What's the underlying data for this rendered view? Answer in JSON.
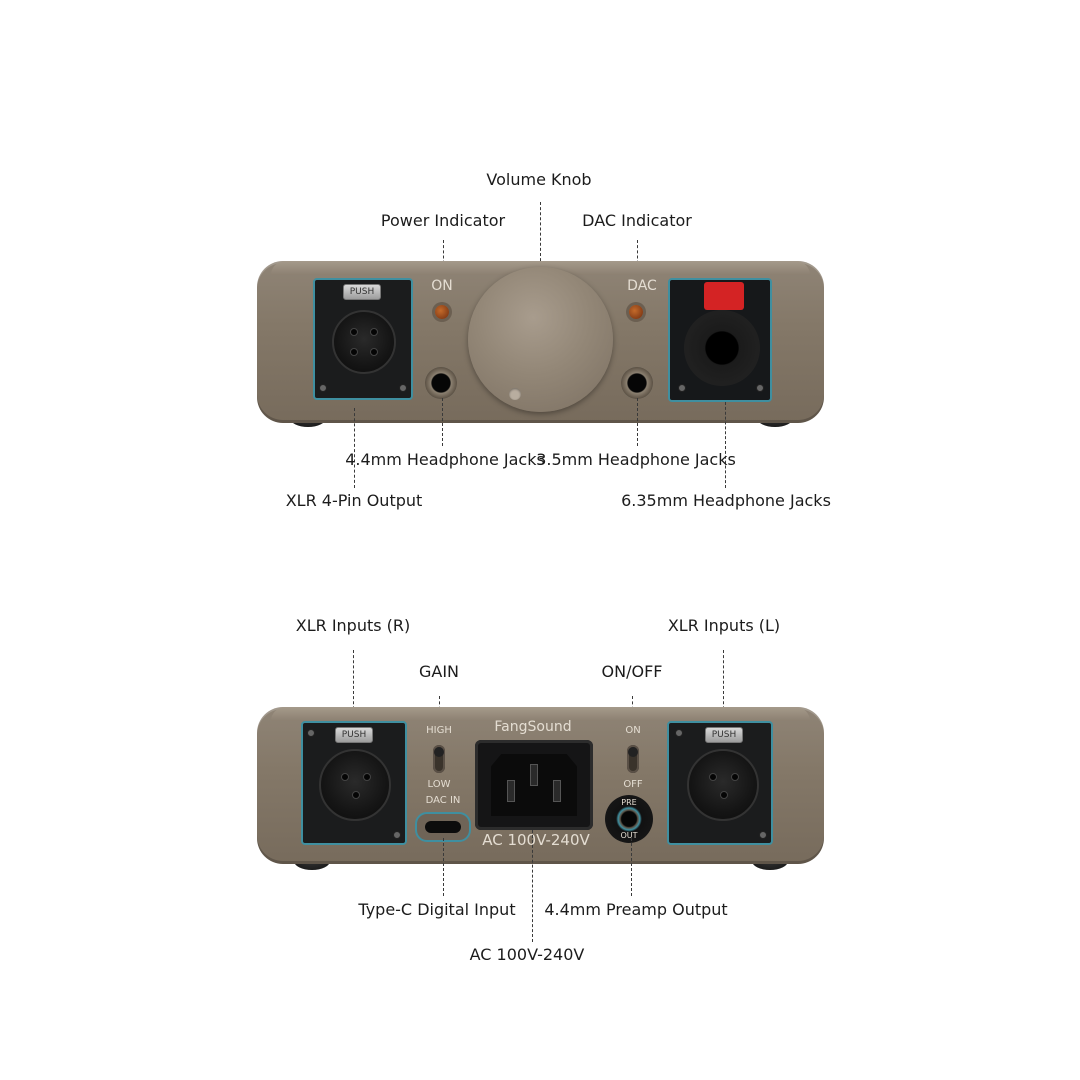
{
  "top_unit": {
    "labels": {
      "volume_knob": "Volume Knob",
      "power_indicator": "Power Indicator",
      "dac_indicator": "DAC Indicator",
      "jack_44": "4.4mm Headphone Jacks",
      "jack_35": "3.5mm Headphone Jacks",
      "xlr_4pin": "XLR 4-Pin Output",
      "jack_635": "6.35mm Headphone Jacks"
    },
    "engraved": {
      "on": "ON",
      "dac": "DAC",
      "push": "PUSH"
    }
  },
  "bottom_unit": {
    "labels": {
      "xlr_r": "XLR Inputs (R)",
      "xlr_l": "XLR Inputs (L)",
      "gain": "GAIN",
      "onoff": "ON/OFF",
      "typec": "Type-C Digital Input",
      "preamp": "4.4mm Preamp Output",
      "ac": "AC 100V-240V"
    },
    "engraved": {
      "brand": "FangSound",
      "high": "HIGH",
      "low": "LOW",
      "dac_in": "DAC IN",
      "on": "ON",
      "off": "OFF",
      "pre": "PRE",
      "out": "OUT",
      "ac_rating": "AC 100V-240V",
      "push": "PUSH"
    }
  },
  "colors": {
    "chassis": "#847868",
    "accent_ring": "#3f8fa0",
    "latch_red": "#d42324",
    "led": "#c46a2a"
  }
}
